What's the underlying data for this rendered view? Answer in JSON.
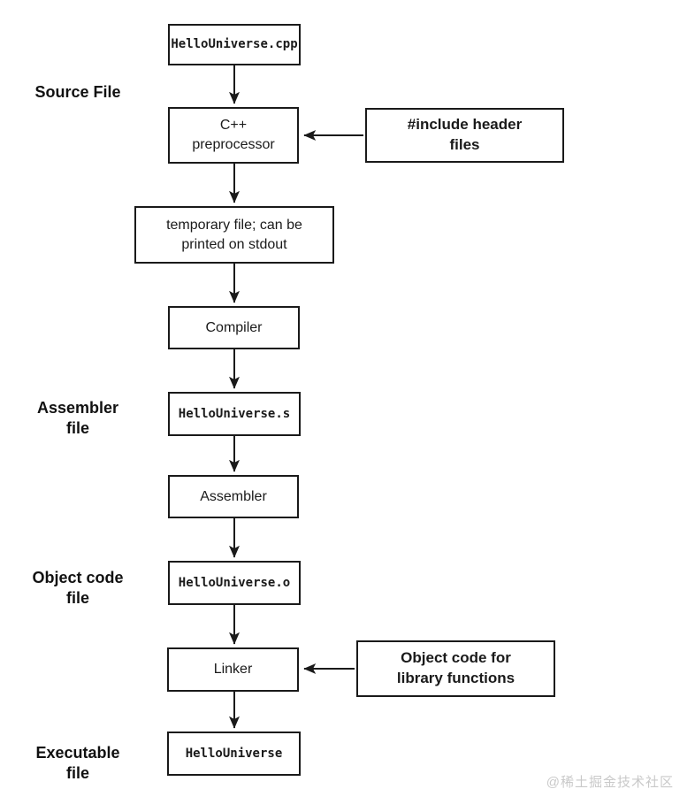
{
  "diagram": {
    "description": "C++ build pipeline flowchart",
    "colors": {
      "background": "#ffffff",
      "box_border": "#1a1a1a",
      "box_fill": "#ffffff",
      "text": "#1a1a1a",
      "arrow": "#1a1a1a",
      "watermark": "#c9c9c9"
    },
    "stage_labels": [
      {
        "id": "source-file",
        "lines": [
          "Source File"
        ]
      },
      {
        "id": "assembler-file",
        "lines": [
          "Assembler",
          "file"
        ]
      },
      {
        "id": "object-code-file",
        "lines": [
          "Object code",
          "file"
        ]
      },
      {
        "id": "executable-file",
        "lines": [
          "Executable",
          "file"
        ]
      }
    ],
    "nodes": {
      "source_file": {
        "label": "HelloUniverse.cpp"
      },
      "preprocessor": {
        "lines": [
          "C++",
          "preprocessor"
        ]
      },
      "temp_file": {
        "lines": [
          "temporary file; can be",
          "printed on stdout"
        ]
      },
      "compiler": {
        "label": "Compiler"
      },
      "assembly_file": {
        "label": "HelloUniverse.s"
      },
      "assembler": {
        "label": "Assembler"
      },
      "object_file": {
        "label": "HelloUniverse.o"
      },
      "linker": {
        "label": "Linker"
      },
      "executable_file": {
        "label": "HelloUniverse"
      },
      "include_headers": {
        "lines": [
          "#include header",
          "files"
        ]
      },
      "library_objects": {
        "lines": [
          "Object code for",
          "library functions"
        ]
      }
    },
    "edges": [
      "source_file -> preprocessor",
      "include_headers -> preprocessor",
      "preprocessor -> temp_file",
      "temp_file -> compiler",
      "compiler -> assembly_file",
      "assembly_file -> assembler",
      "assembler -> object_file",
      "object_file -> linker",
      "library_objects -> linker",
      "linker -> executable_file"
    ]
  },
  "watermark": {
    "text": "@稀土掘金技术社区"
  }
}
